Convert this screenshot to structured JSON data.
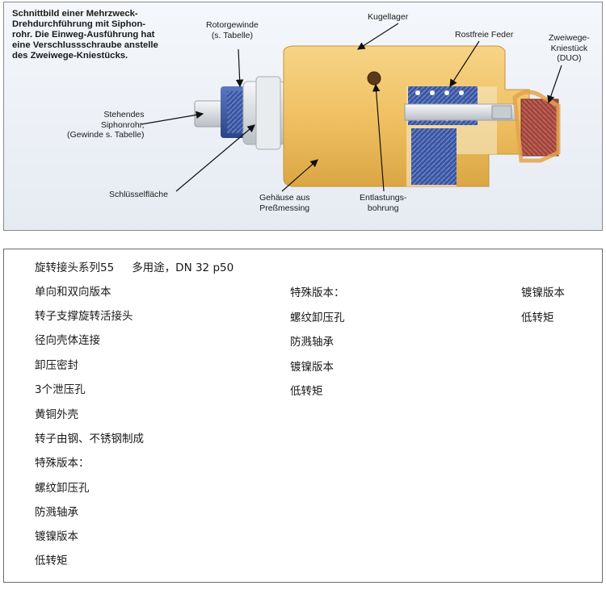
{
  "figure": {
    "caption_lines": [
      "Schnittbild einer Mehrzweck-",
      "Drehdurchführung mit Siphon-",
      "rohr. Die Einweg-Ausführung hat",
      "eine Verschlussschraube anstelle",
      "des Zweiwege-Kniestücks."
    ],
    "labels": {
      "rotorgewinde": [
        "Rotorgewinde",
        "(s. Tabelle)"
      ],
      "kugellager": [
        "Kugellager"
      ],
      "rostfreie_feder": [
        "Rostfreie Feder"
      ],
      "kniestueck": [
        "Zweiwege-",
        "Kniestück",
        "(DUO)"
      ],
      "siphonrohr": [
        "Stehendes",
        "Siphonrohr,",
        "(Gewinde s. Tabelle)"
      ],
      "schluesselflaeche": [
        "Schlüsselfläche"
      ],
      "gehaeuse": [
        "Gehäuse aus",
        "Preßmessing"
      ],
      "entlastungsbohrung": [
        "Entlastungs-",
        "bohrung"
      ]
    },
    "colors": {
      "housing": "#f0c163",
      "housing_dark": "#d9a441",
      "thread_blue": "#3a55a0",
      "elbow_red": "#a0453c",
      "shaft": "#dfe3e6"
    }
  },
  "spec": {
    "title": "旋转接头系列55",
    "subtitle": "多用途，DN 32 p50",
    "col1": [
      "单向和双向版本",
      "转子支撑旋转活接头",
      "径向壳体连接",
      "卸压密封",
      "3个泄压孔",
      "黄铜外壳",
      "转子由钢、不锈钢制成",
      "特殊版本：",
      "螺纹卸压孔",
      "防溅轴承",
      "镀镍版本",
      "低转矩"
    ],
    "col2": [
      "特殊版本：",
      "螺纹卸压孔",
      "防溅轴承",
      "镀镍版本",
      "低转矩"
    ],
    "col3": [
      "镀镍版本",
      "低转矩"
    ]
  }
}
